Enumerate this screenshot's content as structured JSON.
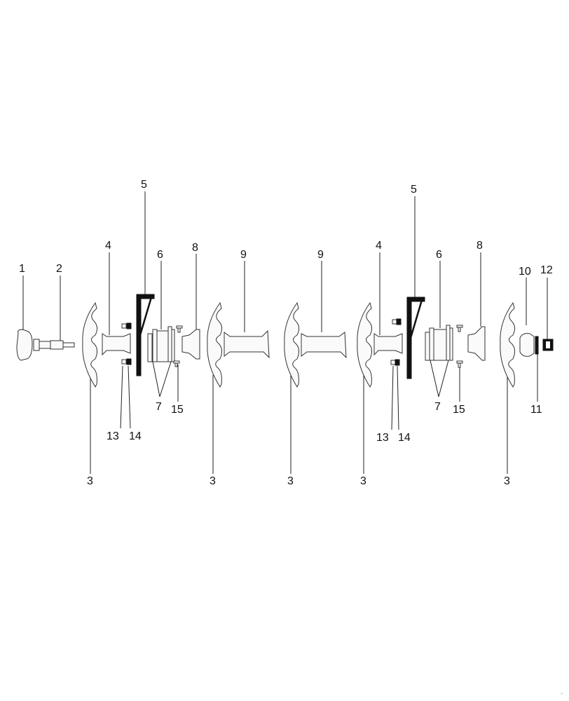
{
  "diagram": {
    "callouts": [
      "1",
      "2",
      "3",
      "4",
      "5",
      "6",
      "7",
      "8",
      "9",
      "10",
      "11",
      "12",
      "13",
      "14",
      "15"
    ],
    "stray_mark": "-"
  }
}
